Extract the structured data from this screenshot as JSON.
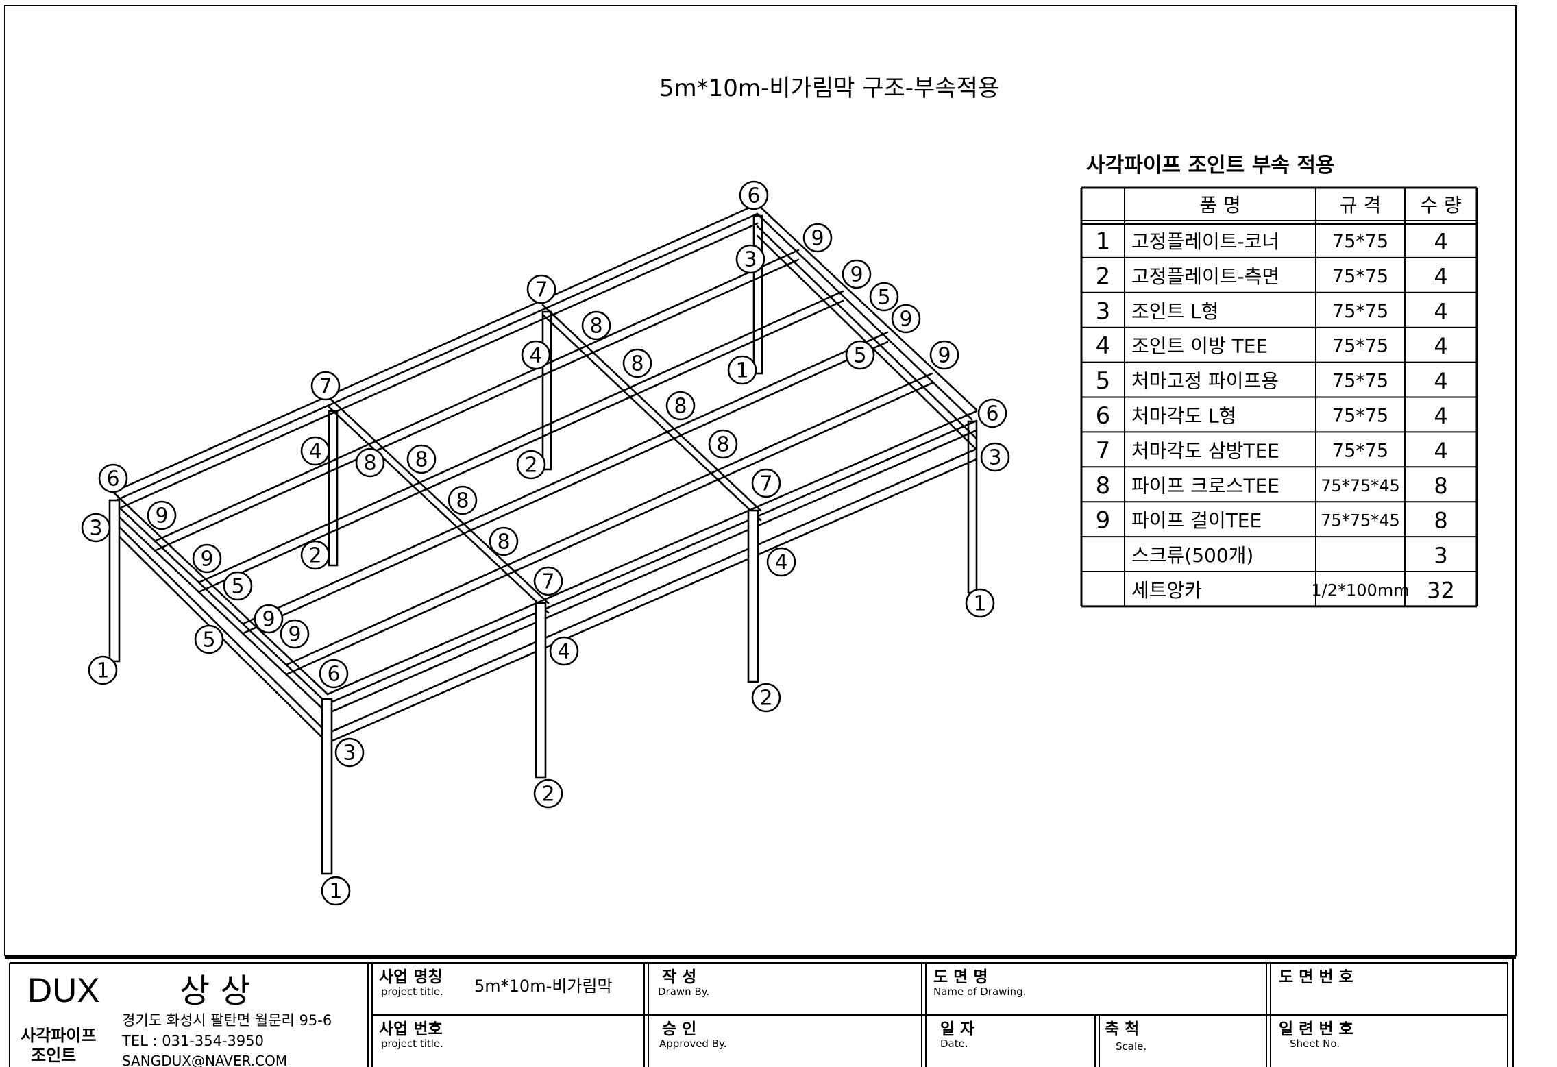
{
  "drawing": {
    "title": "5m*10m-비가림막 구조-부속적용",
    "balloons": [
      "1",
      "2",
      "3",
      "4",
      "5",
      "6",
      "7",
      "8",
      "9"
    ]
  },
  "parts_table": {
    "title": "사각파이프 조인트 부속 적용",
    "headers": {
      "name": "품        명",
      "spec": "규    격",
      "qty": "수  량"
    },
    "rows": [
      {
        "no": "1",
        "name": "고정플레이트-코너",
        "spec": "75*75",
        "qty": "4"
      },
      {
        "no": "2",
        "name": "고정플레이트-측면",
        "spec": "75*75",
        "qty": "4"
      },
      {
        "no": "3",
        "name": "조인트 L형",
        "spec": "75*75",
        "qty": "4"
      },
      {
        "no": "4",
        "name": "조인트 이방 TEE",
        "spec": "75*75",
        "qty": "4"
      },
      {
        "no": "5",
        "name": "처마고정 파이프용",
        "spec": "75*75",
        "qty": "4"
      },
      {
        "no": "6",
        "name": "처마각도 L형",
        "spec": "75*75",
        "qty": "4"
      },
      {
        "no": "7",
        "name": "처마각도 삼방TEE",
        "spec": "75*75",
        "qty": "4"
      },
      {
        "no": "8",
        "name": "파이프 크로스TEE",
        "spec": "75*75*45",
        "qty": "8"
      },
      {
        "no": "9",
        "name": "파이프 걸이TEE",
        "spec": "75*75*45",
        "qty": "8"
      },
      {
        "no": "",
        "name": "스크류(500개)",
        "spec": "",
        "qty": "3"
      },
      {
        "no": "",
        "name": "세트앙카",
        "spec": "1/2*100mm",
        "qty": "32"
      }
    ]
  },
  "title_block": {
    "company": {
      "logo": "DUX",
      "name": "상 상",
      "product_line1": "사각파이프",
      "product_line2": "조인트",
      "address": "경기도 화성시 팔탄면 월문리 95-6",
      "tel": "TEL : 031-354-3950",
      "email": "SANGDUX@NAVER.COM"
    },
    "project_name_label": "사업 명칭",
    "project_name_sub": "project title.",
    "project_name_value": "5m*10m-비가림막",
    "project_no_label": "사업 번호",
    "project_no_sub": "project title.",
    "drawn_label": "작   성",
    "drawn_sub": "Drawn By.",
    "approved_label": "승   인",
    "approved_sub": "Approved By.",
    "drawing_name_label": "도 면 명",
    "drawing_name_sub": "Name of Drawing.",
    "date_label": "일   자",
    "date_sub": "Date.",
    "scale_label": "축   척",
    "scale_sub": "Scale.",
    "drawing_no_label": "도 면 번 호",
    "sheet_no_label": "일 련 번 호",
    "sheet_no_sub": "Sheet No."
  }
}
